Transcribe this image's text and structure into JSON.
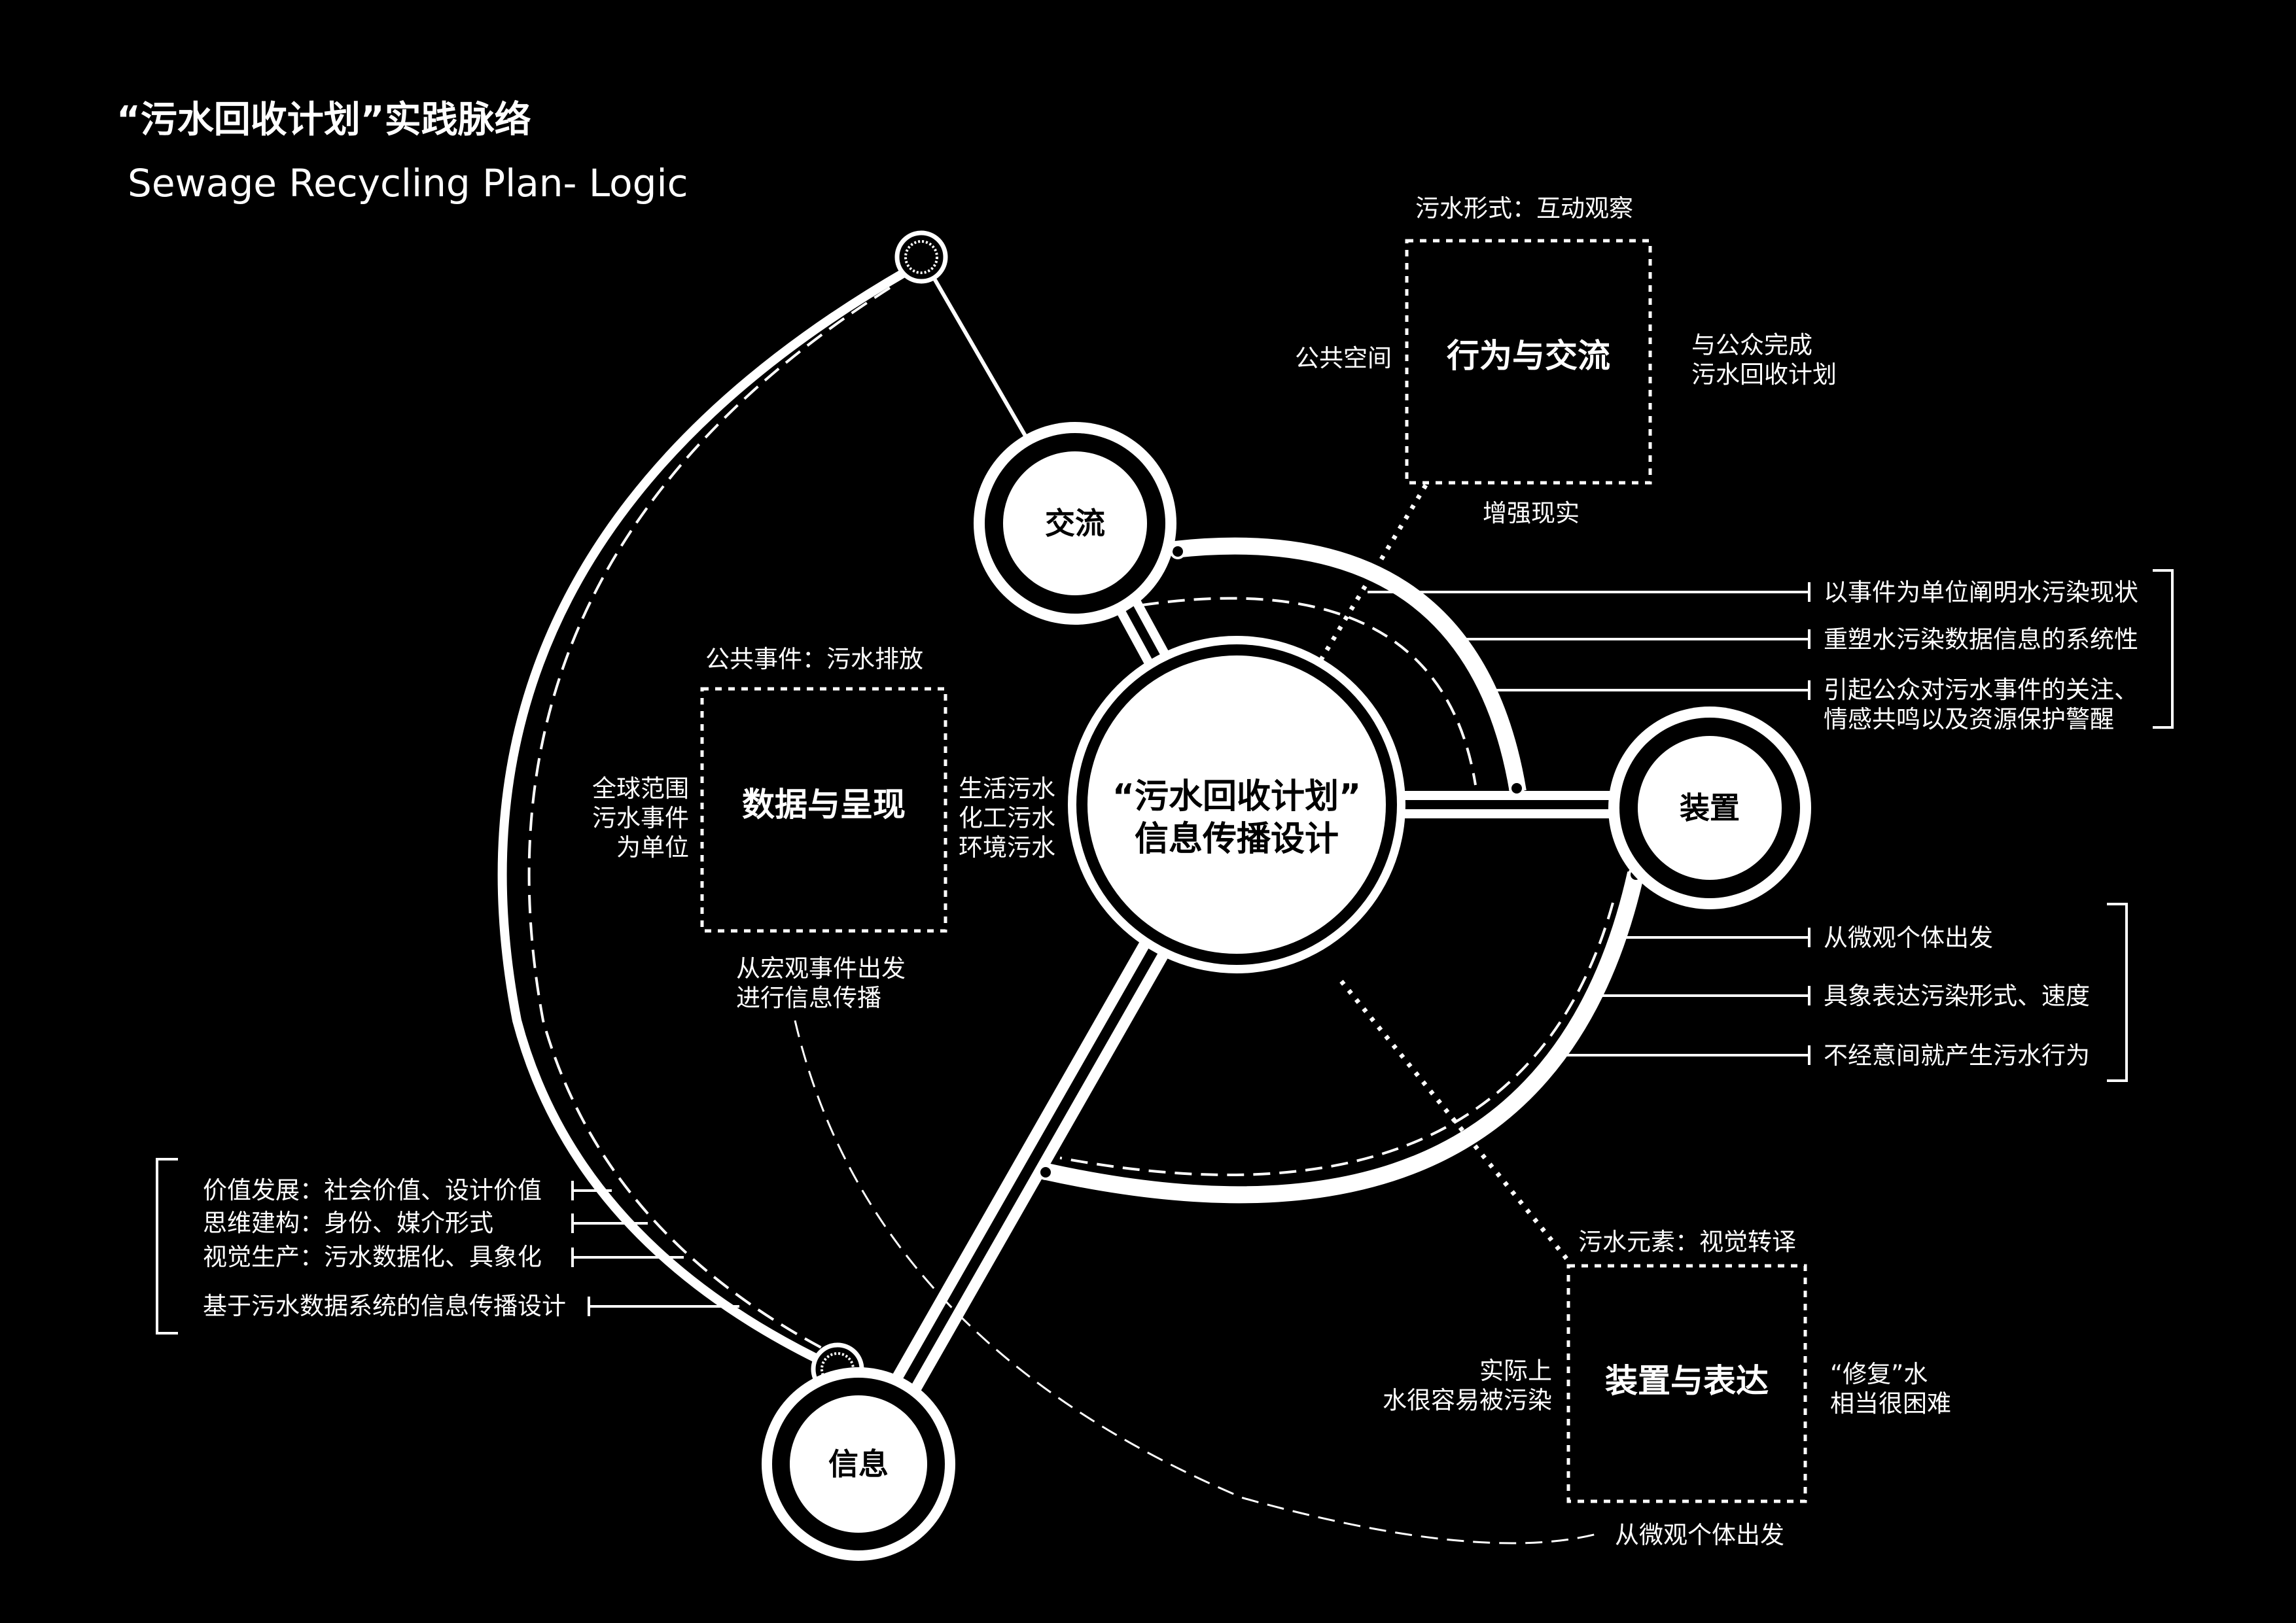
{
  "title": {
    "zh": "“污水回收计划”实践脉络",
    "en": "Sewage Recycling Plan- Logic"
  },
  "center": {
    "line1": "“污水回收计划”",
    "line2": "信息传播设计"
  },
  "nodes": {
    "exchange": "交流",
    "device": "装置",
    "info": "信息"
  },
  "box_behavior": {
    "title": "行为与交流",
    "top": "污水形式：互动观察",
    "left": "公共空间",
    "right_1": "与公众完成",
    "right_2": "污水回收计划",
    "bottom": "增强现实"
  },
  "box_data": {
    "title": "数据与呈现",
    "top": "公共事件：污水排放",
    "left_1": "全球范围",
    "left_2": "污水事件",
    "left_3": "为单位",
    "right_1": "生活污水",
    "right_2": "化工污水",
    "right_3": "环境污水",
    "bottom_1": "从宏观事件出发",
    "bottom_2": "进行信息传播"
  },
  "box_device": {
    "title": "装置与表达",
    "top": "污水元素：视觉转译",
    "left_1": "实际上",
    "left_2": "水很容易被污染",
    "right_1": "“修复”水",
    "right_2": "相当很困难",
    "bottom": "从微观个体出发"
  },
  "exchange_points": [
    "以事件为单位阐明水污染现状",
    "重塑水污染数据信息的系统性",
    "引起公众对污水事件的关注、",
    "情感共鸣以及资源保护警醒"
  ],
  "device_points": [
    "从微观个体出发",
    "具象表达污染形式、速度",
    "不经意间就产生污水行为"
  ],
  "info_points": [
    "价值发展：社会价值、设计价值",
    "思维建构：身份、媒介形式",
    "视觉生产：污水数据化、具象化",
    "基于污水数据系统的信息传播设计"
  ]
}
